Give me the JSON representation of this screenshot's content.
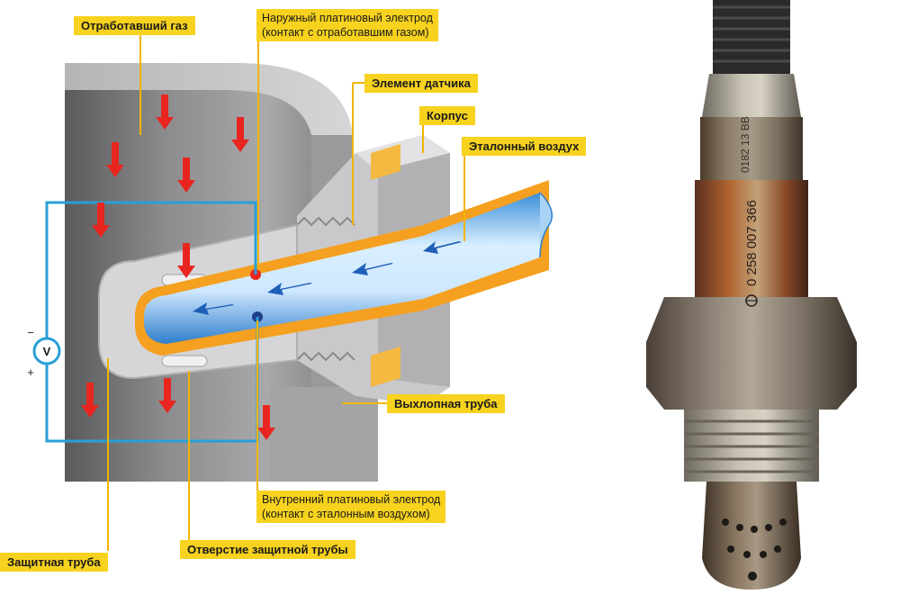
{
  "labels": {
    "exhaust_gas": "Отработавший газ",
    "outer_electrode_line1": "Наружный платиновый электрод",
    "outer_electrode_line2": "(контакт с отработавшим газом)",
    "sensor_element": "Элемент датчика",
    "housing": "Корпус",
    "reference_air": "Эталонный воздух",
    "exhaust_pipe": "Выхлопная труба",
    "inner_electrode_line1": "Внутренний платиновый электрод",
    "inner_electrode_line2": "(контакт с эталонным воздухом)",
    "protective_tube": "Защитная труба",
    "protective_tube_hole": "Отверстие защитной трубы"
  },
  "voltmeter": {
    "symbol": "V",
    "minus": "−",
    "plus": "+"
  },
  "photo": {
    "part_number": "0 258 007 366",
    "upper_code": "0182 13  BB",
    "logo": "bosch-logo"
  },
  "colors": {
    "label_bg": "#f7d21e",
    "leader_line": "#f2b400",
    "exhaust_arrow": "#e8261f",
    "air_arrow": "#1f5fb8",
    "sensor_ceramic": "#f5a020",
    "circuit_wire": "#2a9fd6"
  }
}
